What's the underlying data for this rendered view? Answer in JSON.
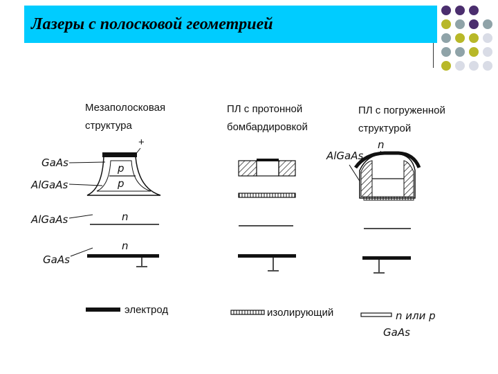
{
  "slide": {
    "title": "Лазеры с полосковой геометрией",
    "title_bg": "#00CCFF"
  },
  "decor": {
    "dot_colors": [
      "#4B2E6E",
      "#8FA3A8",
      "#B8B828",
      "#D9DCE6"
    ]
  },
  "panels": {
    "mesa": {
      "title_line1": "Мезаполосковая",
      "title_line2": "структура",
      "plus": "+",
      "p1": "p",
      "p2": "p",
      "n1": "n",
      "n2": "n",
      "gaas_top": "GaAs",
      "algaas_1": "AlGaAs",
      "algaas_2": "AlGaAs",
      "gaas_bottom": "GaAs"
    },
    "proton": {
      "title_line1": "ПЛ с протонной",
      "title_line2": "бомбардировкой"
    },
    "buried": {
      "title_line1": "ПЛ с погруженной",
      "title_line2": "структурой",
      "n": "n",
      "algaas": "AlGaAs"
    }
  },
  "legend": {
    "electrode": "электрод",
    "insulating": "изолирующий",
    "n_or_p": "n или p",
    "gaas": "GaAs"
  }
}
